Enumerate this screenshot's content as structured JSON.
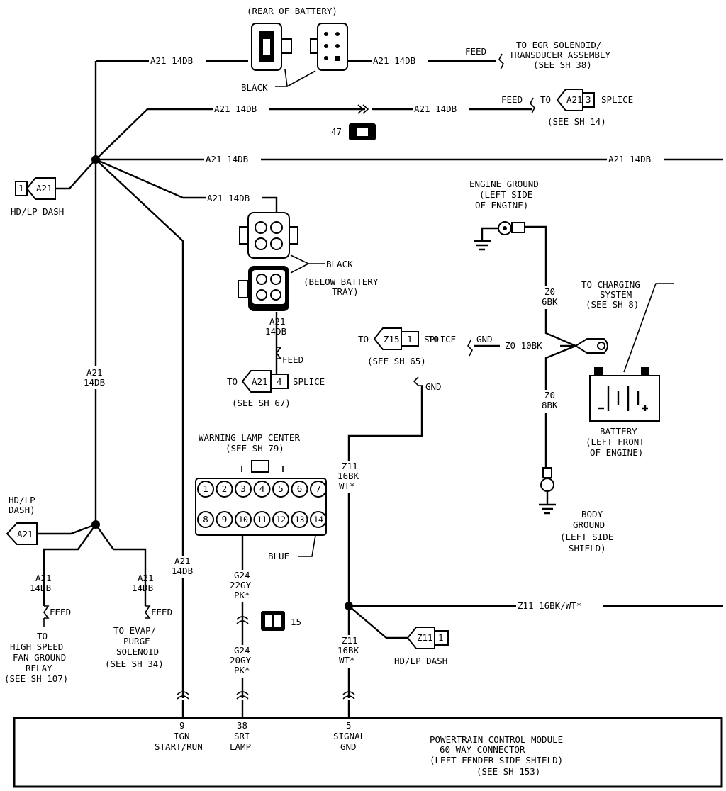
{
  "texts": {
    "rear_of_battery": "(REAR OF BATTERY)",
    "a21_14db": "A21 14DB",
    "black": "BLACK",
    "feed": "FEED",
    "to": "TO",
    "splice": "SPLICE",
    "egr_line1": "TO EGR SOLENOID/",
    "egr_line2": "TRANSDUCER ASSEMBLY",
    "egr_line3": "(SEE SH 38)",
    "see_sh_14": "(SEE SH 14)",
    "connector_47": "47",
    "hdlp_dash": "HD/LP DASH",
    "hdlp_dash_l1": "HD/LP",
    "hdlp_dash_l2": "DASH)",
    "a21": "A21",
    "num_1": "1",
    "num_3": "3",
    "num_4": "4",
    "a21_short": "A21",
    "db14": "14DB",
    "below_battery_l1": "(BELOW BATTERY",
    "below_battery_l2": "TRAY)",
    "see_sh_67": "(SEE SH 67)",
    "engine_ground_l1": "ENGINE GROUND",
    "engine_ground_l2": "(LEFT SIDE",
    "engine_ground_l3": "OF ENGINE)",
    "z0": "Z0",
    "bk6": "6BK",
    "z0_10bk": "Z0 10BK",
    "bk8": "8BK",
    "charging_l1": "TO CHARGING",
    "charging_l2": "SYSTEM",
    "charging_l3": "(SEE SH 8)",
    "battery_l1": "BATTERY",
    "battery_l2": "(LEFT FRONT",
    "battery_l3": "OF ENGINE)",
    "z15": "Z15",
    "see_sh_65": "(SEE SH 65)",
    "gnd": "GND",
    "warning_l1": "WARNING LAMP CENTER",
    "warning_l2": "(SEE SH 79)",
    "blue": "BLUE",
    "body_ground_l1": "BODY",
    "body_ground_l2": "GROUND",
    "body_ground_l3": "(LEFT SIDE",
    "body_ground_l4": "SHIELD)",
    "z11": "Z11",
    "bk16": "16BK",
    "wt": "WT*",
    "z11_long": "Z11 16BK/WT*",
    "g24": "G24",
    "gy22": "22GY",
    "gy20": "20GY",
    "pk": "PK*",
    "connector_15": "15",
    "fan_l1": "TO",
    "fan_l2": "HIGH SPEED",
    "fan_l3": "FAN GROUND",
    "fan_l4": "RELAY",
    "fan_l5": "(SEE SH 107)",
    "evap_l1": "TO EVAP/",
    "evap_l2": "PURGE",
    "evap_l3": "SOLENOID",
    "evap_l4": "(SEE SH 34)",
    "pin9_num": "9",
    "pin9_l1": "IGN",
    "pin9_l2": "START/RUN",
    "pin38_num": "38",
    "pin38_l1": "SRI",
    "pin38_l2": "LAMP",
    "pin5_num": "5",
    "pin5_l1": "SIGNAL",
    "pin5_l2": "GND",
    "pcm_l1": "POWERTRAIN CONTROL MODULE",
    "pcm_l2": "60 WAY CONNECTOR",
    "pcm_l3": "(LEFT FENDER SIDE SHIELD)",
    "pcm_l4": "(SEE SH 153)"
  },
  "lamp_pins_top": [
    "1",
    "2",
    "3",
    "4",
    "5",
    "6",
    "7"
  ],
  "lamp_pins_bottom": [
    "8",
    "9",
    "10",
    "11",
    "12",
    "13",
    "14"
  ]
}
